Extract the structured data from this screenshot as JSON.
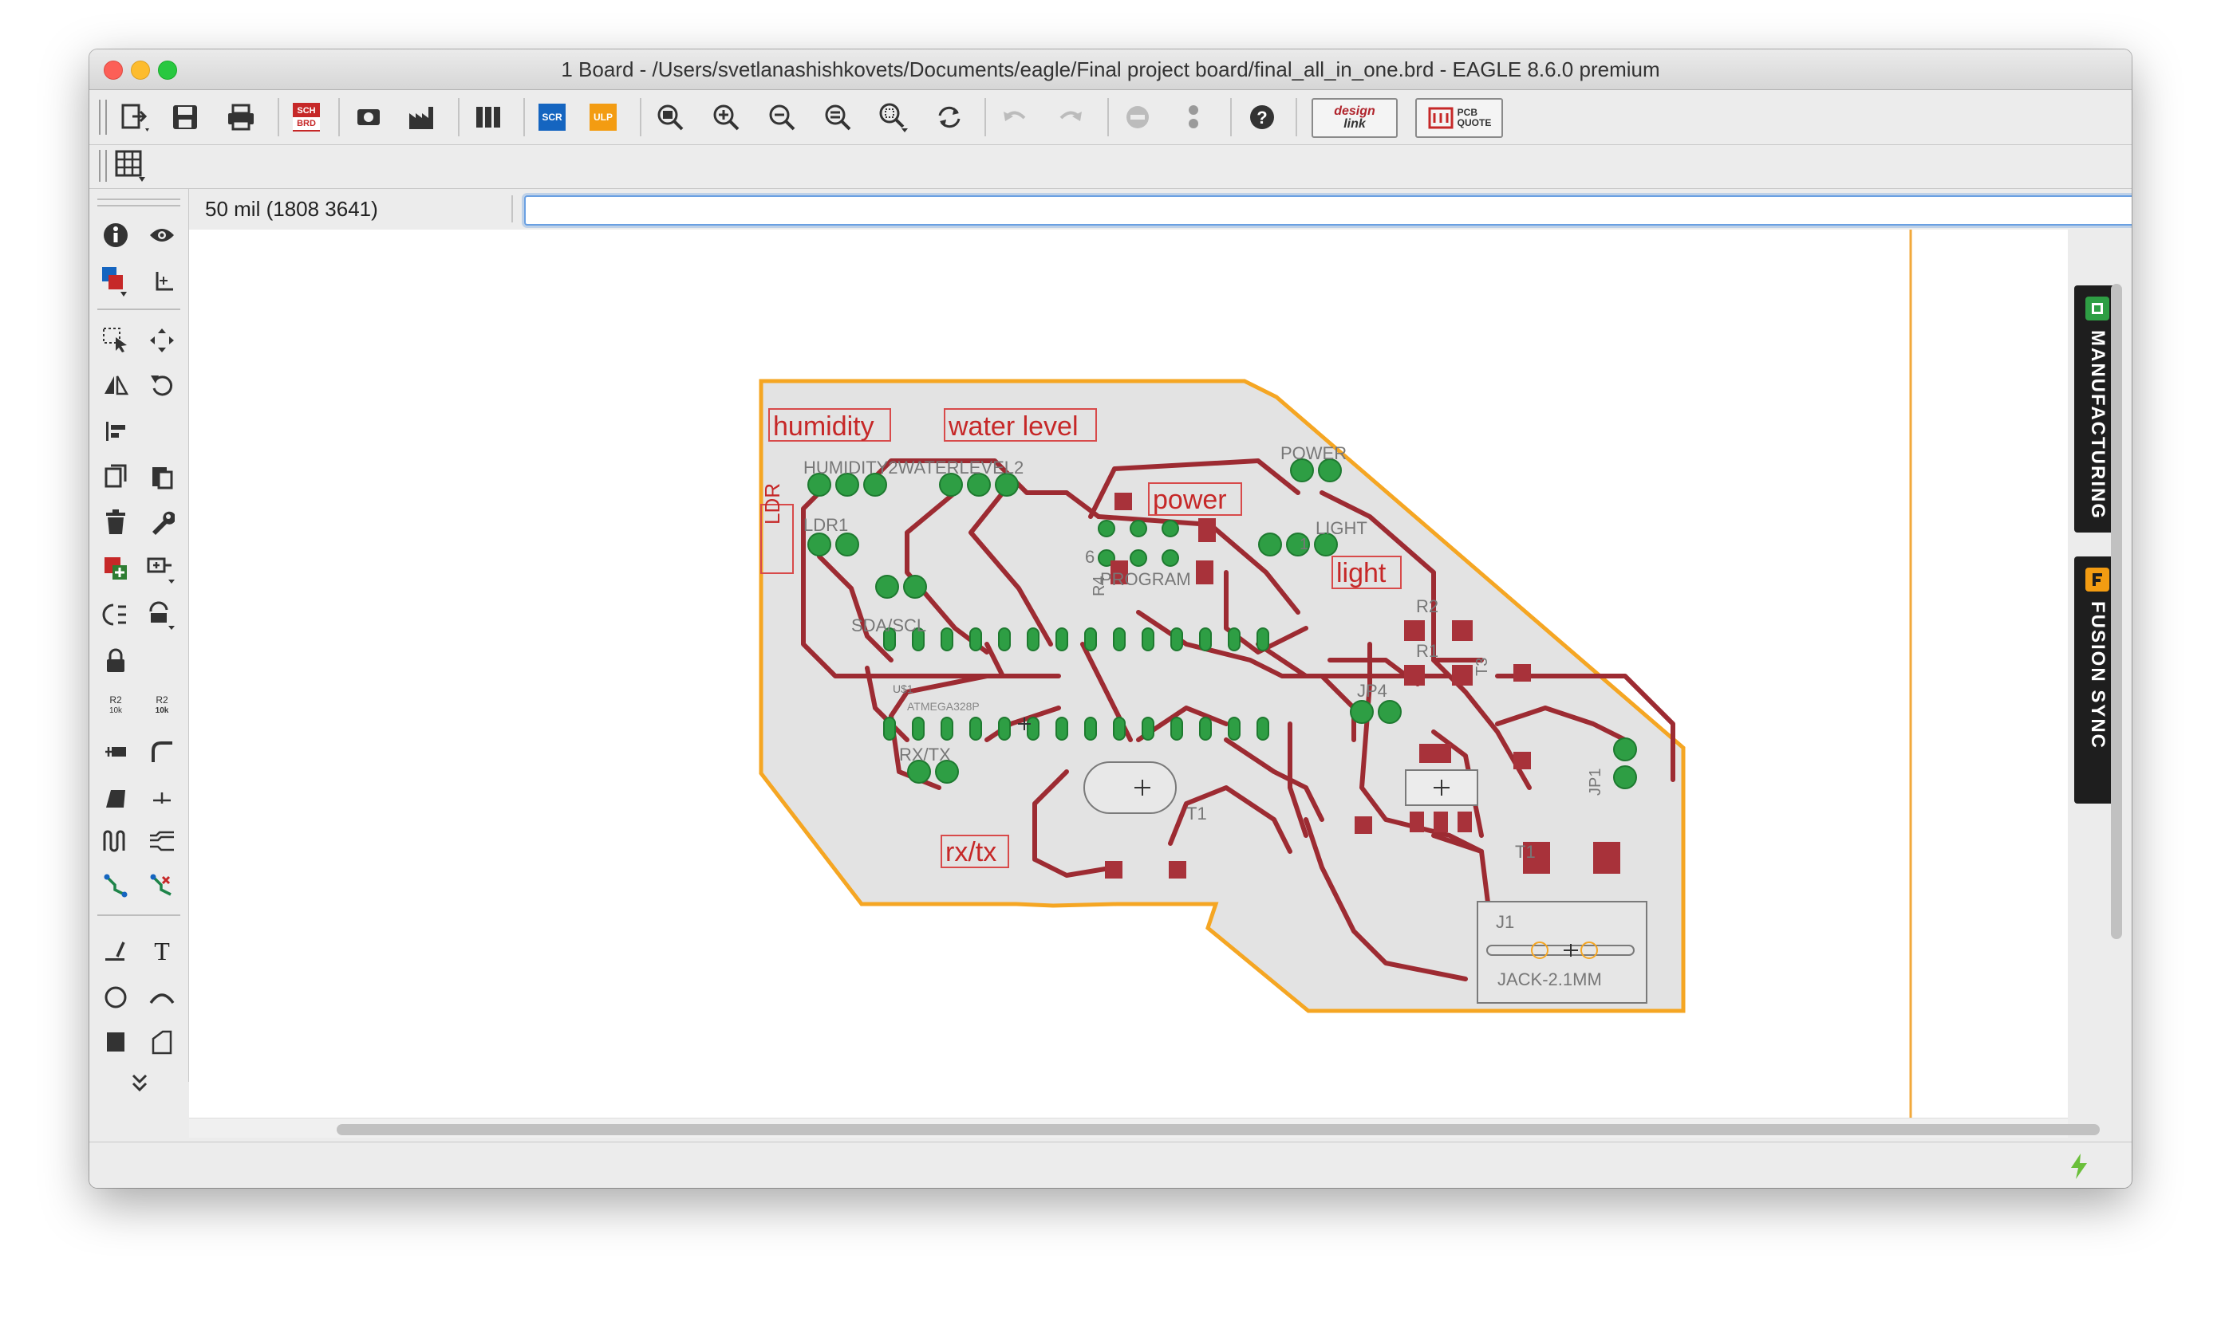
{
  "window": {
    "title": "1 Board - /Users/svetlanashishkovets/Documents/eagle/Final project board/final_all_in_one.brd - EAGLE 8.6.0 premium"
  },
  "toolbar": {
    "design_link_top": "design",
    "design_link_bottom": "link",
    "pcb_quote_top": "PCB",
    "pcb_quote_bottom": "QUOTE",
    "scr_label": "SCR",
    "ulp_label": "ULP",
    "sch_top": "SCH",
    "sch_bottom": "BRD"
  },
  "command": {
    "coordinate_readout": "50 mil (1808 3641)",
    "input_value": ""
  },
  "side_panels": {
    "manufacturing": "MANUFACTURING",
    "fusion_sync": "FUSION SYNC"
  },
  "left_toolbar": {
    "name_tool_top": "R2",
    "name_tool_bottom": "10k",
    "value_tool_top": "R2",
    "value_tool_bottom": "10k",
    "text_tool": "T"
  },
  "board": {
    "labels": {
      "humidity": "humidity",
      "water_level": "water level",
      "power": "power",
      "light": "light",
      "rxtx": "rx/tx",
      "ldr_vertical": "LDR"
    },
    "silkscreen": {
      "humidity2_waterlevel2": "HUMIDITY2WATERLEVEL2",
      "power": "POWER",
      "ldr1": "LDR1",
      "light": "LIGHT",
      "light_num": "1",
      "six": "6",
      "program": "PROGRAM",
      "sdascl": "SDA/SCL",
      "r2": "R2",
      "r1": "R1",
      "t3": "T3",
      "r4": "R4",
      "jp4": "JP4",
      "rxtx": "RX/TX",
      "jp1": "JP1",
      "t1_xtal": "T1",
      "t1": "T1",
      "j1": "J1",
      "jack": "JACK-2.1MM",
      "ic_small": "U$1",
      "ic_text": "ATMEGA328P"
    }
  }
}
